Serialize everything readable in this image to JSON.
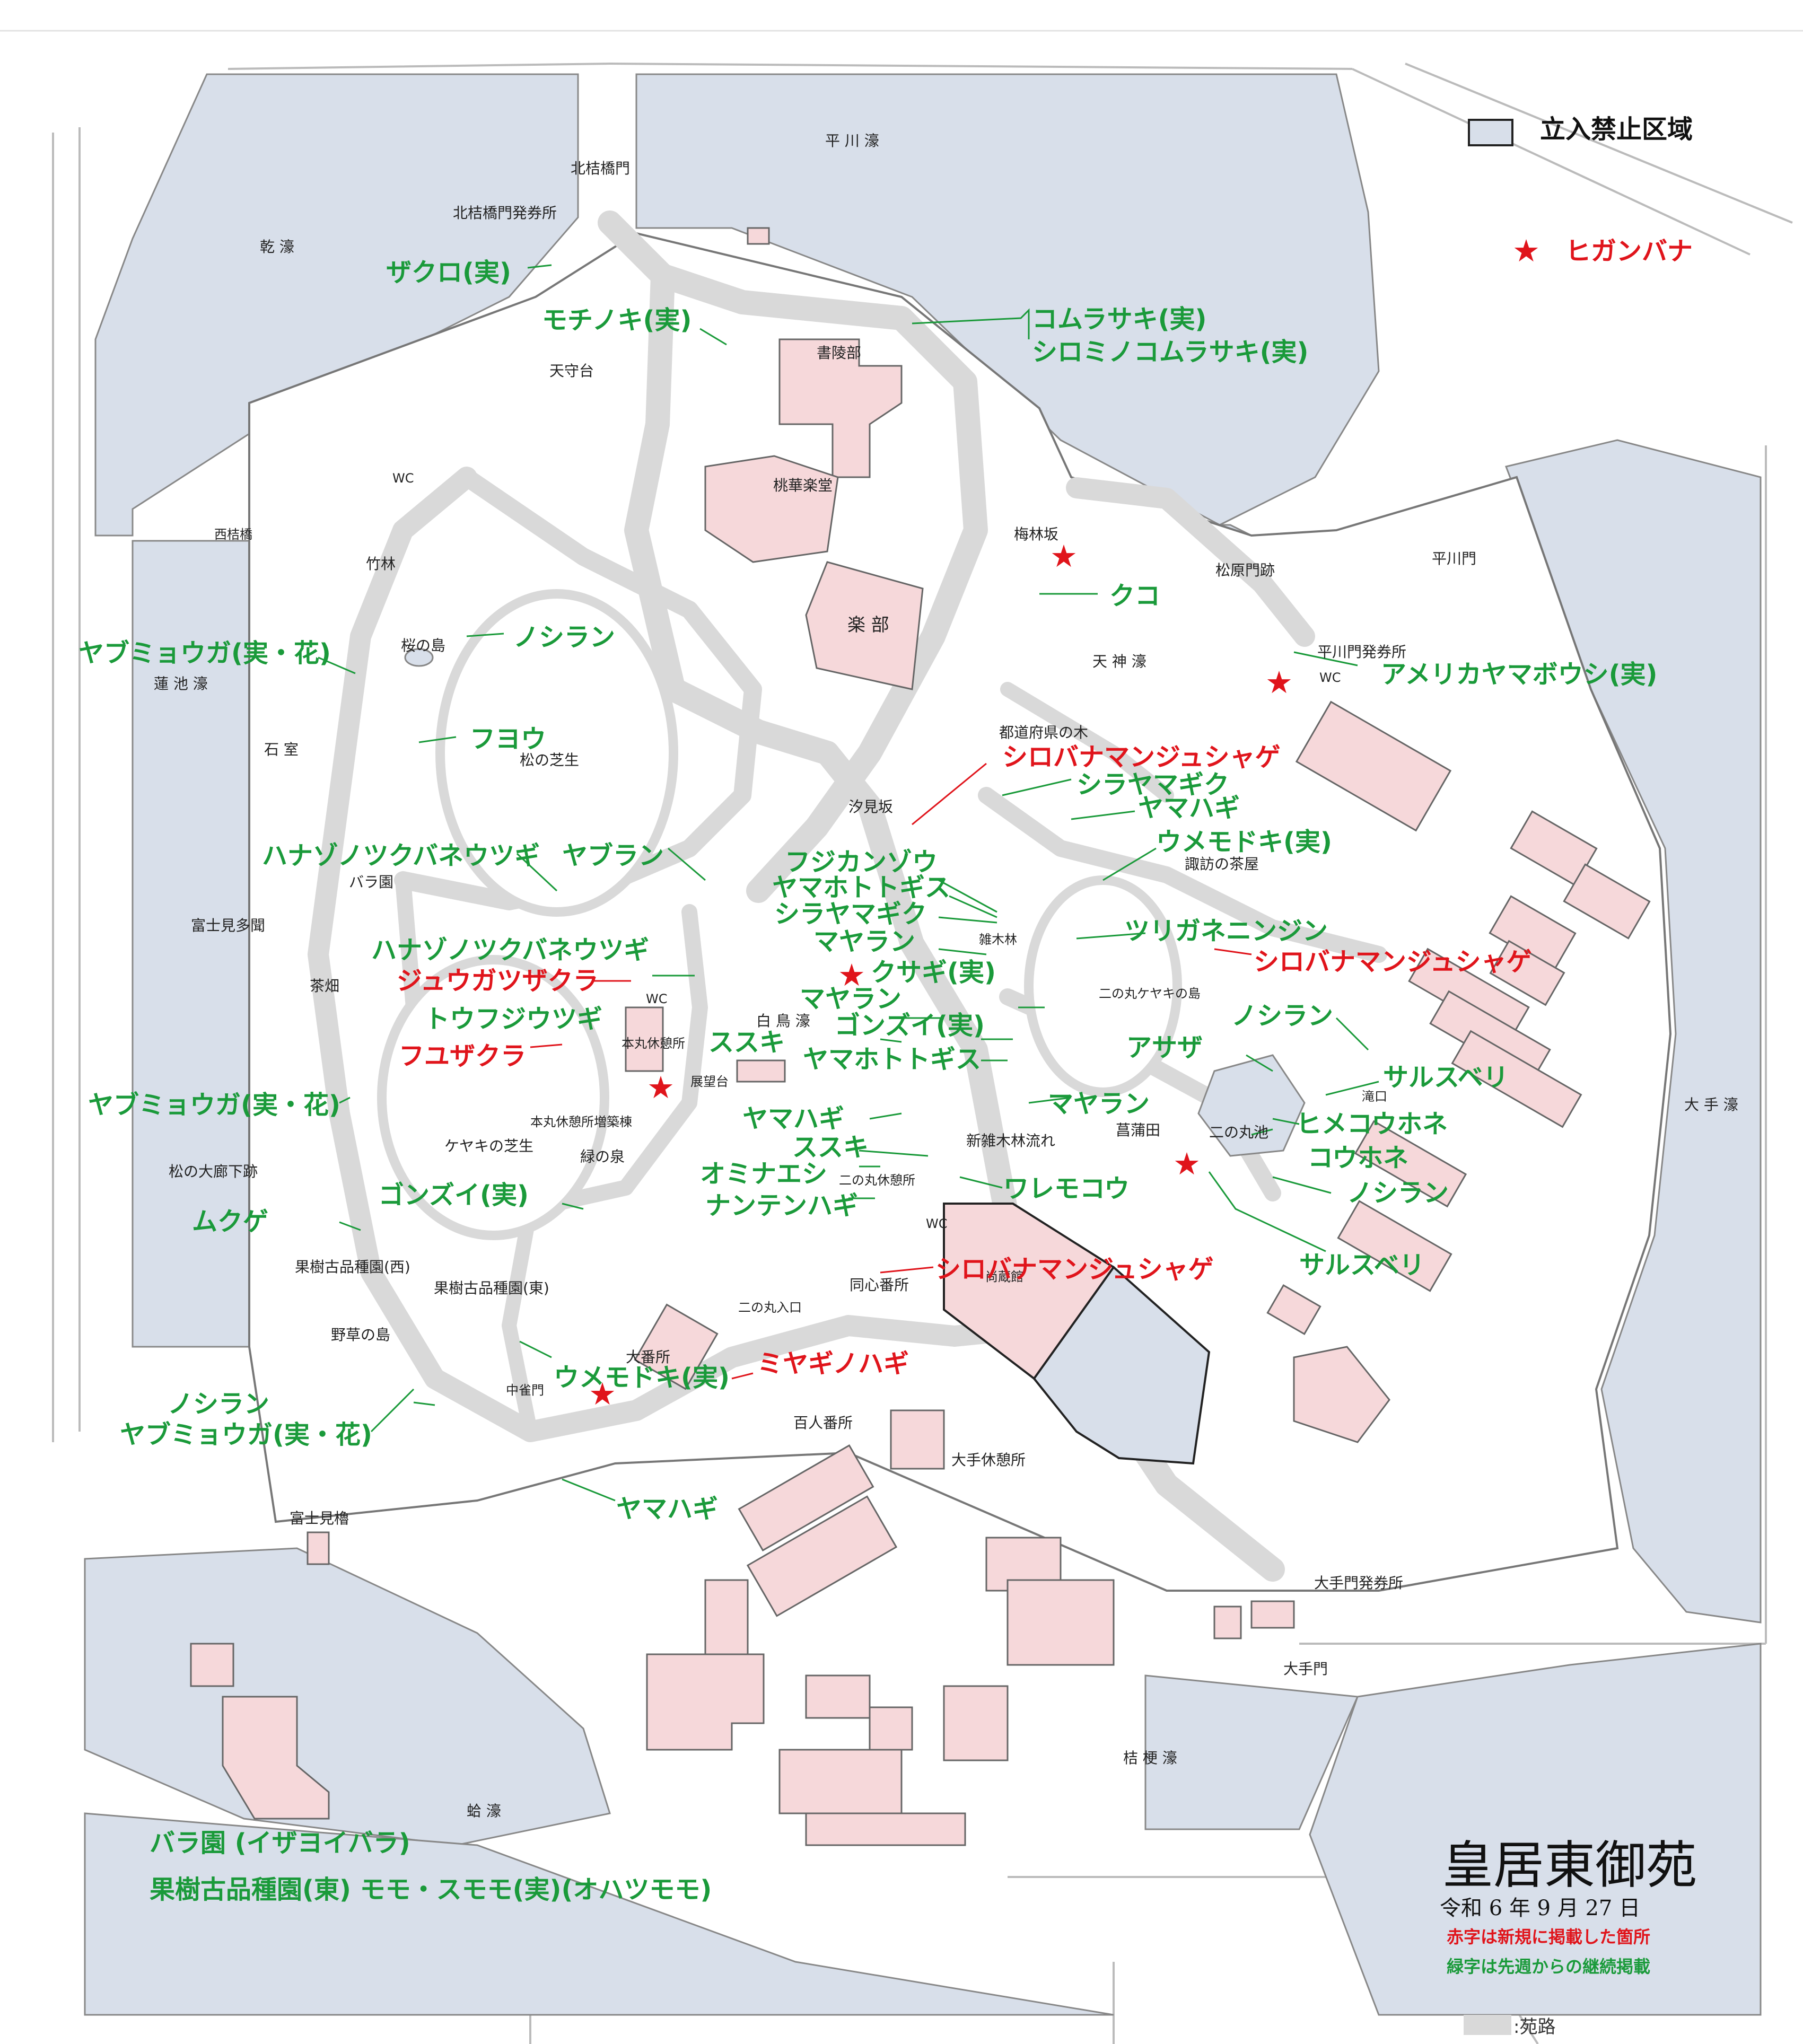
{
  "legend": {
    "restricted": "立入禁止区域",
    "higanbana_marker": "★",
    "higanbana": "ヒガンバナ",
    "path_label": ":苑路"
  },
  "title": "皇居東御苑",
  "date": "令和 6 年 9 月 27 日",
  "note_red": "赤字は新規に掲載した箇所",
  "note_green": "緑字は先週からの継続掲載",
  "colors": {
    "moat": "#d8dfea",
    "building": "#f6d8da",
    "path": "#d9d9d9",
    "plant_continued": "#1a9a3a",
    "plant_new": "#e0141b"
  },
  "places": {
    "hirakawa_bori": "平 川 濠",
    "kitahanebashi_mon": "北桔橋門",
    "kitahanebashi_ticket": "北桔橋門発券所",
    "inui_bori": "乾 濠",
    "tenshudai": "天守台",
    "shoryobu": "書陵部",
    "tokagakudo": "桃華楽堂",
    "gakubu": "楽 部",
    "wc1": "WC",
    "nishihanebashi": "西桔橋",
    "takebayashi": "竹林",
    "sakuranoshima": "桜の島",
    "hasuike_bori": "蓮 池 濠",
    "ishimuro": "石 室",
    "matsunoshibafu": "松の芝生",
    "baraen": "バラ園",
    "fujimitamon": "富士見多聞",
    "chabatake": "茶畑",
    "wc2": "WC",
    "honmaru_rest": "本丸休憩所",
    "tenbodai": "展望台",
    "honmaru_rest_annex": "本丸休憩所増築棟",
    "keyaki_shibafu": "ケヤキの芝生",
    "midori_izumi": "緑の泉",
    "matsu_oroka": "松の大廊下跡",
    "kaju_west": "果樹古品種園(西)",
    "kaju_east": "果樹古品種園(東)",
    "yasou_shima": "野草の島",
    "nakanomon": "中雀門",
    "fujimi_yagura": "富士見櫓",
    "bairinzaka": "梅林坂",
    "tenjin_bori": "天 神 濠",
    "matsubara_mon": "松原門跡",
    "hirakawa_mon": "平川門",
    "hirakawa_ticket": "平川門発券所",
    "wc3": "WC",
    "todofuken": "都道府県の木",
    "shiomizaka": "汐見坂",
    "suwa_chaya": "諏訪の茶屋",
    "zokibayashi": "雑木林",
    "hakucho_bori": "白 鳥 濠",
    "ninomaru_keyaki": "二の丸ケヤキの島",
    "takiguchi": "滝口",
    "ninomaru_ike": "二の丸池",
    "shobuda": "菖蒲田",
    "shin_zoki": "新雑木林流れ",
    "ninomaru_rest": "二の丸休憩所",
    "wc4": "WC",
    "doshinbansho": "同心番所",
    "ninomaru_iriguchi": "二の丸入口",
    "sannozokan": "尚蔵館",
    "obansho": "大番所",
    "hyakuninbansho": "百人番所",
    "ote_rest": "大手休憩所",
    "ote_bori": "大 手 濠",
    "otemon_ticket": "大手門発券所",
    "otemon": "大手門",
    "kikyo_bori": "桔 梗 濠",
    "hamaguri_bori": "蛤 濠"
  },
  "plants": {
    "zakuro": "ザクロ(実)",
    "mochinoki": "モチノキ(実)",
    "komurasaki": "コムラサキ(実)",
    "shiromi_komurasaki": "シロミノコムラサキ(実)",
    "kuko": "クコ",
    "american_yamabousi": "アメリカヤマボウシ(実)",
    "yabumyouga1": "ヤブミョウガ(実・花)",
    "noshiran1": "ノシラン",
    "fuyou": "フヨウ",
    "shirobana1": "シロバナマンジュシャゲ",
    "shirayamagiku1": "シラヤマギク",
    "yamahagi1": "ヤマハギ",
    "umemodoki1": "ウメモドキ(実)",
    "hanazono1": "ハナゾノツクバネウツギ",
    "yaburan": "ヤブラン",
    "fujikanzou": "フジカンゾウ",
    "yamahototogisu1": "ヤマホトトギス",
    "shirayamagiku2": "シラヤマギク",
    "mayaran1": "マヤラン",
    "tsuriganeninjin": "ツリガネニンジン",
    "shirobana2": "シロバナマンジュシャゲ",
    "hanazono2": "ハナゾノツクバネウツギ",
    "jugatsuzakura": "ジュウガツザクラ",
    "kusagi": "クサギ(実)",
    "mayaran2": "マヤラン",
    "tofujiutsugi": "トウフジウツギ",
    "gonzui1": "ゴンズイ(実)",
    "noshiran2": "ノシラン",
    "susuki1": "ススキ",
    "asaza": "アサザ",
    "fuyuzakura": "フユザクラ",
    "yamahototogisu2": "ヤマホトトギス",
    "sarusuberi1": "サルスベリ",
    "yabumyouga2": "ヤブミョウガ(実・花)",
    "mayaran3": "マヤラン",
    "yamahagi2": "ヤマハギ",
    "himekouhone": "ヒメコウホネ",
    "susuki2": "ススキ",
    "kouhone": "コウホネ",
    "ominaeshi": "オミナエシ",
    "waremokou": "ワレモコウ",
    "noshiran3": "ノシラン",
    "gonzui2": "ゴンズイ(実)",
    "nantenhagi": "ナンテンハギ",
    "mukuge": "ムクゲ",
    "sarusuberi2": "サルスベリ",
    "shirobana3": "シロバナマンジュシャゲ",
    "umemodoki2": "ウメモドキ(実)",
    "miyaginohagi": "ミヤギノハギ",
    "noshiran4": "ノシラン",
    "yabumyouga3": "ヤブミョウガ(実・花)",
    "yamahagi3": "ヤマハギ",
    "baraen_izayoi": "バラ園 (イザヨイバラ)",
    "kaju_momo": "果樹古品種園(東) モモ・スモモ(実)(オハツモモ)"
  }
}
